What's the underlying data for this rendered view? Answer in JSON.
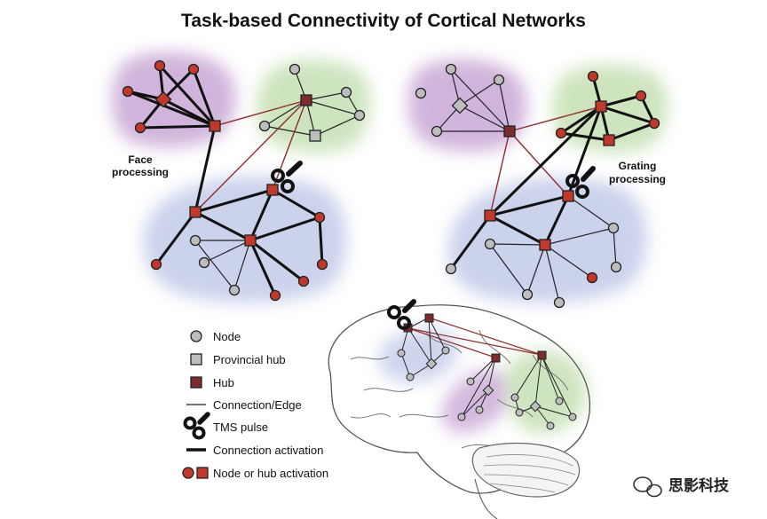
{
  "title": "Task-based Connectivity of Cortical Networks",
  "diagrams": {
    "left_label_line1": "Face",
    "left_label_line2": "processing",
    "right_label_line1": "Grating",
    "right_label_line2": "processing"
  },
  "legend": {
    "node": "Node",
    "provincial_hub": "Provincial hub",
    "hub": "Hub",
    "edge": "Connection/Edge",
    "tms": "TMS pulse",
    "activation": "Connection activation",
    "node_activation": "Node or hub activation"
  },
  "watermark": "思影科技",
  "colors": {
    "purple_region": "#c9a8d6",
    "green_region": "#c6e0b4",
    "blue_region": "#c3cbe9",
    "active_red": "#c0392b",
    "hub_dark": "#7b2c2c",
    "node_gray": "#bdbdbd"
  }
}
